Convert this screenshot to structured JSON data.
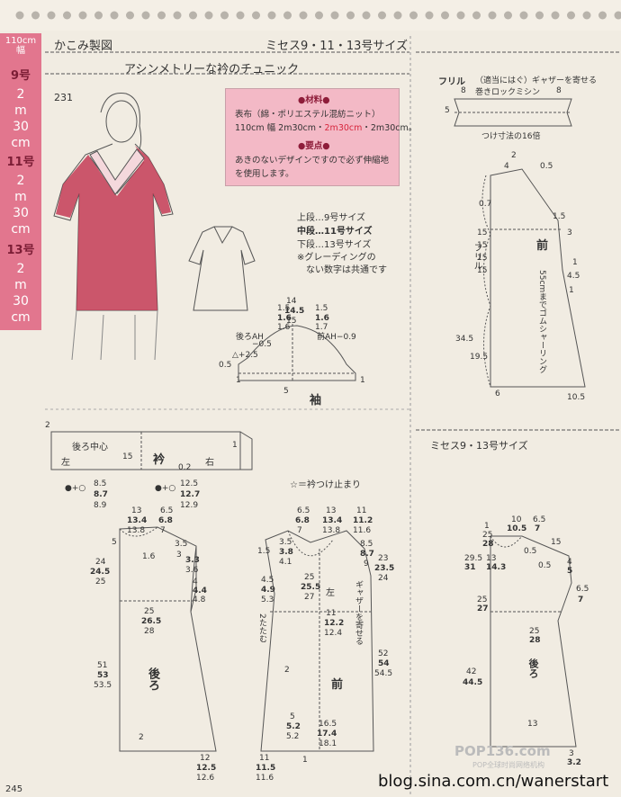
{
  "sidebar": {
    "fabric_width": "110cm",
    "fabric_width_unit": "幅",
    "sizes": [
      {
        "size": "9号",
        "length": [
          "2",
          "m",
          "30",
          "cm"
        ]
      },
      {
        "size": "11号",
        "length": [
          "2",
          "m",
          "30",
          "cm"
        ]
      },
      {
        "size": "13号",
        "length": [
          "2",
          "m",
          "30",
          "cm"
        ]
      }
    ]
  },
  "header": {
    "left": "かこみ製図",
    "right": "ミセス9・11・13号サイズ",
    "title": "アシンメトリーな衿のチュニック",
    "item_number": "231"
  },
  "materials": {
    "heading": "●材料●",
    "line1": "表布（綿・ポリエステル混紡ニット）",
    "line2_prefix": "110cm 幅 2m30cm・",
    "line2_red": "2m30cm",
    "line2_suffix": "・2m30cm。",
    "points_heading": "●要点●",
    "points_line1": "あきのないデザインですので必ず伸縮地",
    "points_line2": "を使用します。"
  },
  "legend": {
    "upper": "上段…9号サイズ",
    "middle": "中段…11号サイズ",
    "lower": "下段…13号サイズ",
    "note1": "※グレーディングの",
    "note2": "ない数字は共通です"
  },
  "sleeve": {
    "label": "袖",
    "back_ah": "後ろAH",
    "back_ah_adj": "−0.5",
    "front_ah": "前AH−0.9",
    "triangle_note": "△+2.5",
    "cap_heights": [
      "14",
      "14.5",
      "15"
    ],
    "left_vals": [
      "1.5",
      "1.6",
      "1.6"
    ],
    "right_vals": [
      "1.5",
      "1.6",
      "1.7"
    ],
    "side": "0.5",
    "bottom_left": "1",
    "bottom_right": "1",
    "hem": "5"
  },
  "collar": {
    "label": "衿",
    "back_center": "後ろ中心",
    "left": "左",
    "right": "右",
    "height": "15",
    "corner": "2",
    "right_edge": "1",
    "offset": "0.2",
    "left_meas": [
      "8.5",
      "8.7",
      "8.9"
    ],
    "right_meas": [
      "12.5",
      "12.7",
      "12.9"
    ],
    "left_formula": "●+○",
    "right_formula": "●+○",
    "note": "☆＝衿つけ止まり"
  },
  "frill": {
    "label": "フリル",
    "note": "（適当にはぐ）ギャザーを寄せる",
    "overlock": "巻きロックミシン",
    "left_8": "8",
    "right_8": "8",
    "height": "5",
    "length": "つけ寸法の16倍"
  },
  "front_top_right": {
    "label": "前",
    "frill_label": "フリル",
    "shirring": "55cmまでゴムシャーリング",
    "length": "34.5",
    "sub": "19.5",
    "hem_left": "6",
    "hem_right": "10.5",
    "meas": [
      "2",
      "4",
      "0.5",
      "0.7",
      "1.5",
      "3",
      "15",
      "15",
      "15",
      "15",
      "1",
      "4.5",
      "1"
    ]
  },
  "size_note_913": "ミセス9・13号サイズ",
  "back": {
    "label": "後ろ",
    "top": [
      "13",
      "13.4",
      "13.8"
    ],
    "top2": [
      "6.5",
      "6.8",
      "7"
    ],
    "neck": "1.6",
    "shoulder": [
      "3.5",
      "3",
      "3.3",
      "3.6"
    ],
    "armhole": [
      "4",
      "4.4",
      "4.8"
    ],
    "side": [
      "24",
      "24.5",
      "25"
    ],
    "width": [
      "25",
      "26.5",
      "28"
    ],
    "length": [
      "51",
      "53",
      "53.5"
    ],
    "hem": [
      "12",
      "12.5",
      "12.6"
    ],
    "neck_left": "5",
    "hem_corner": "2"
  },
  "front": {
    "label": "前",
    "gather_note": "ギャザーを寄せる",
    "fold": "2たたむ",
    "left_label": "左",
    "top": [
      "6.5",
      "6.8",
      "7"
    ],
    "top2": [
      "13",
      "13.4",
      "13.8"
    ],
    "top3": [
      "11",
      "11.2",
      "11.6"
    ],
    "shoulder": [
      "3.5",
      "3.8",
      "4.1"
    ],
    "chest": [
      "4.5",
      "4.9",
      "5.3"
    ],
    "width": [
      "25",
      "25.5",
      "27"
    ],
    "mid": [
      "11",
      "12.2",
      "12.4"
    ],
    "right": [
      "8.5",
      "8.7",
      "9"
    ],
    "right2": [
      "23",
      "23.5",
      "24"
    ],
    "length": [
      "52",
      "54",
      "54.5"
    ],
    "hem_w": [
      "16.5",
      "17.4",
      "18.1"
    ],
    "hem_l": [
      "5",
      "5.2",
      "5.2"
    ],
    "hem_b": [
      "11",
      "11.5",
      "11.6"
    ],
    "misc": [
      "1.5",
      "2",
      "1"
    ]
  },
  "size913_back": {
    "label": "後ろ",
    "top": [
      "10",
      "10.5"
    ],
    "top2": [
      "6.5",
      "7"
    ],
    "left": [
      "25",
      "28"
    ],
    "left2": [
      "29.5",
      "31"
    ],
    "chest": [
      "13",
      "14.3"
    ],
    "shoulder": [
      "4",
      "5"
    ],
    "arm": [
      "6.5",
      "7"
    ],
    "side": [
      "25",
      "27"
    ],
    "width": [
      "25",
      "28"
    ],
    "length": [
      "42",
      "44.5"
    ],
    "hem": [
      "3",
      "3.2"
    ],
    "bottom": "13",
    "misc": [
      "15",
      "0.5",
      "0.5",
      "1"
    ]
  },
  "footer": {
    "page": "245",
    "url": "blog.sina.com.cn/wanerstart",
    "watermark": "POP136.com",
    "watermark_sub": "POP全球时尚网络机构"
  }
}
